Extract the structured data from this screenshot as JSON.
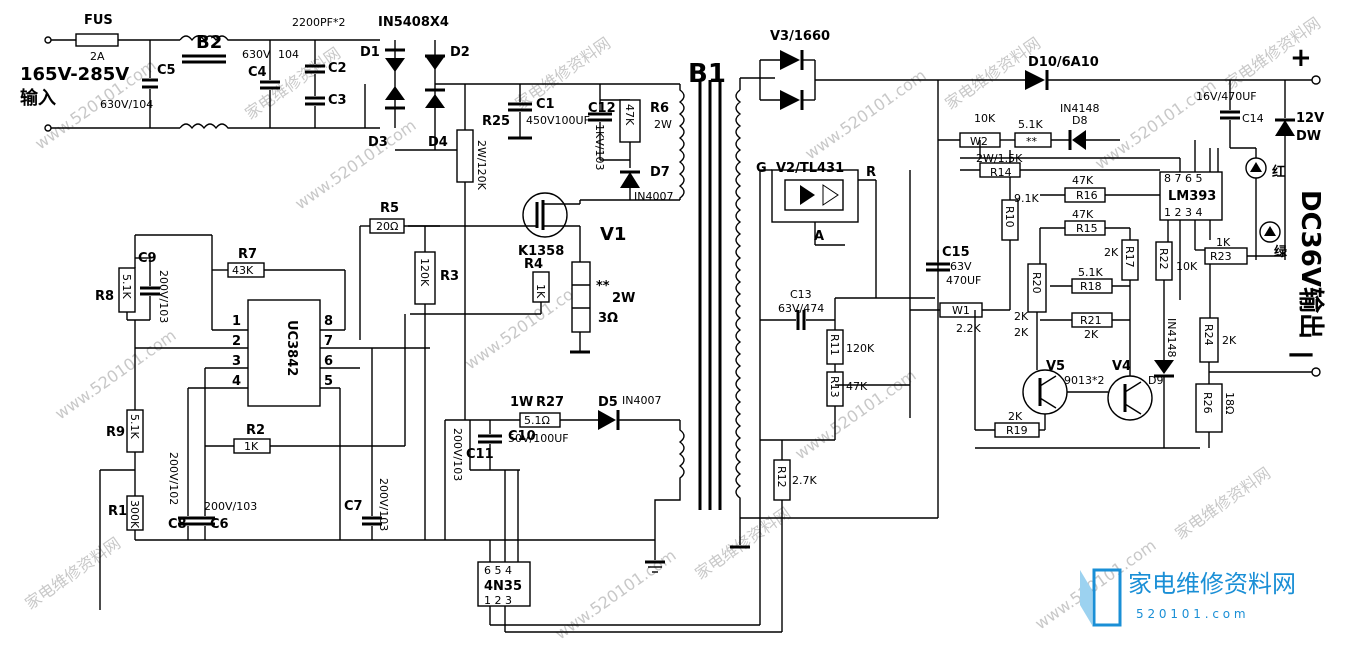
{
  "input": {
    "fuse": "FUS",
    "fuse_rating": "2A",
    "voltage": "165V-285V",
    "label": "输入",
    "c5": "C5",
    "c5_value": "630V/104"
  },
  "filter": {
    "choke": "B2",
    "c4_voltage": "630V",
    "c4_value": "104",
    "c4": "C4",
    "c2": "C2",
    "c3": "C3",
    "cap_note": "2200PF*2"
  },
  "bridge": {
    "diodes_note": "IN5408X4",
    "d1": "D1",
    "d2": "D2",
    "d3": "D3",
    "d4": "D4"
  },
  "primary": {
    "c1": "C1",
    "c1_value": "450V100UF",
    "r25": "R25",
    "r25_value": "2W/120K",
    "c12": "C12",
    "c12_value": "1KV/103",
    "r6": "R6",
    "r6_power": "2W",
    "r6_value": "47K",
    "d7": "D7",
    "d7_value": "IN4007",
    "mosfet": "K1358",
    "v1": "V1",
    "r4": "R4",
    "r4_value": "1K",
    "r_sense_power": "2W",
    "r_sense_mark": "**",
    "r_sense_value": "3Ω",
    "r5": "R5",
    "r5_value": "20Ω",
    "r3": "R3",
    "r3_value": "120K"
  },
  "controller": {
    "ic": "UC3842",
    "pins": [
      "1",
      "2",
      "3",
      "4",
      "8",
      "7",
      "6",
      "5"
    ],
    "r7": "R7",
    "r7_value": "43K",
    "c9": "C9",
    "c9_value": "200V/103",
    "r8": "R8",
    "r8_value": "5.1K",
    "r9": "R9",
    "r9_value": "5.1K",
    "r1": "R1",
    "r1_value": "300K",
    "r2": "R2",
    "r2_value": "1K",
    "c8": "C8",
    "c8_value": "200V/102",
    "c6": "C6",
    "c6_value": "200V/103",
    "c7": "C7",
    "c7_value": "200V/103"
  },
  "aux": {
    "r27": "R27",
    "r27_power": "1W",
    "r27_value": "5.1Ω",
    "d5": "D5",
    "d5_value": "IN4007",
    "c10": "C10",
    "c10_value": "50V/100UF",
    "c11": "C11",
    "c11_value": "200V/103"
  },
  "opto": {
    "part": "4N35",
    "pins_top": "6 5 4",
    "pins_bottom": "1 2 3"
  },
  "transformer": {
    "name": "B1"
  },
  "secondary": {
    "v3": "V3/1660",
    "d10": "D10/6A10",
    "v2": "V2/TL431",
    "g": "G",
    "r": "R",
    "a": "A",
    "c13": "C13",
    "c13_value": "63V/474",
    "r11": "R11",
    "r11_value": "120K",
    "r13": "R13",
    "r13_value": "47K",
    "r12": "R12",
    "r12_value": "2.7K",
    "c15": "C15",
    "c15_voltage": "63V",
    "c15_value": "470UF",
    "w1": "W1",
    "w1_value": "2.2K",
    "w1_note": "2K",
    "r10": "R10",
    "r10_value": "9.1K"
  },
  "charger": {
    "w2": "W2",
    "w2_value": "10K",
    "r_star": "**",
    "r_star_value": "5.1K",
    "r14": "R14",
    "r14_value": "2W/1.5K",
    "d8": "D8",
    "d8_value": "IN4148",
    "r16": "R16",
    "r16_value": "47K",
    "r15": "R15",
    "r15_value": "47K",
    "r17": "R17",
    "r17_value": "2K",
    "r22": "R22",
    "r22_value": "10K",
    "r18": "R18",
    "r18_value": "5.1K",
    "r20": "R20",
    "r20_value": "2K",
    "r21": "R21",
    "r21_value": "2K",
    "comparator": "LM393",
    "comp_pins_top": "8 7 6 5",
    "comp_pins_bottom": "1 2 3 4",
    "c14": "C14",
    "c14_value": "16V/470UF",
    "dw": "DW",
    "dw_value": "12V",
    "led_red": "红",
    "led_green": "绿",
    "r23": "R23",
    "r23_value": "1K",
    "r24": "R24",
    "r24_value": "2K",
    "r26": "R26",
    "r26_value": "18Ω",
    "d9": "D9",
    "d9_value": "IN4148",
    "v5": "V5",
    "v4": "V4",
    "transistors": "9013*2",
    "r19": "R19",
    "r19_value": "2K"
  },
  "output": {
    "plus": "+",
    "minus": "—",
    "label": "DC36V输出"
  },
  "watermark": {
    "site": "www.520101.com",
    "name": "家电维修资料网",
    "logo_text": "家电维修资料网",
    "logo_url": "5 2 0 1 0 1 . c o m",
    "logo_color": "#1a8fd6"
  }
}
